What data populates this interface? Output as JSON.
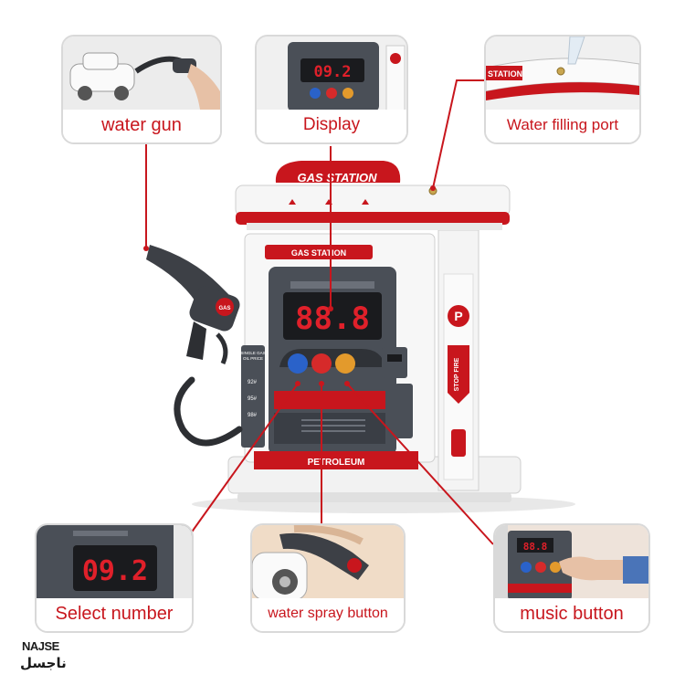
{
  "callouts": {
    "water_gun": "water gun",
    "display": "Display",
    "filling_port": "Water filling port",
    "select_number": "Select number",
    "spray_button": "water spray button",
    "music_button": "music button"
  },
  "toy": {
    "canopy_sign": "GAS STATION",
    "pump_sign": "GAS STATION",
    "display_value": "88.8",
    "select_display_value": "09.2",
    "base_label": "PETROLEUM",
    "parking_letter": "P",
    "stop_fire": "STOP FIRE",
    "nozzle_badge": "GAS",
    "side_panel": [
      "SINGLE GAS",
      "OIL PRICE"
    ],
    "grade_labels": [
      "92#",
      "95#",
      "98#"
    ],
    "port_sign_fragment": "STATION"
  },
  "logo": {
    "latin": "NAJSE",
    "arabic": "ناجسل"
  },
  "colors": {
    "accent_red": "#c8161d",
    "dark_grey": "#4a4f57",
    "frame_grey": "#d9d9d9"
  }
}
